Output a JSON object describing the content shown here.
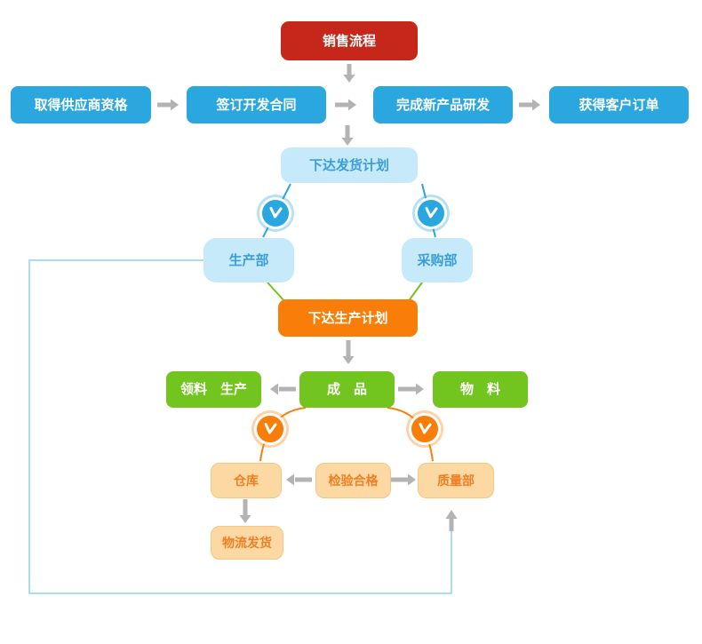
{
  "palette": {
    "red": "#c5281b",
    "blue": "#2aa7de",
    "lightblue": "#c6eafa",
    "lightblue_text": "#3a9fd8",
    "orange": "#f87d09",
    "green": "#72c41e",
    "peach": "#fcd9a2",
    "peach_border": "#f5c584",
    "peach_text": "#ee7f26",
    "gray": "#b3b3b6",
    "loop": "#aadcf2"
  },
  "icons": {
    "clock": "clock"
  },
  "nodes": {
    "sales_process": "销售流程",
    "supplier_qualification": "取得供应商资格",
    "development_contract": "签订开发合同",
    "product_development": "完成新产品研发",
    "customer_order": "获得客户订单",
    "shipping_plan": "下达发货计划",
    "production_dept": "生产部",
    "purchasing_dept": "采购部",
    "production_plan": "下达生产计划",
    "material_production": "领料　生产",
    "finished_goods": "成　品",
    "materials": "物　料",
    "warehouse": "仓库",
    "inspection_passed": "检验合格",
    "quality_dept": "质量部",
    "logistics_shipping": "物流发货"
  },
  "edges": [
    {
      "from": "sales_process",
      "to": "process_chain",
      "type": "arrow"
    },
    {
      "from": "supplier_qualification",
      "to": "development_contract",
      "type": "arrow"
    },
    {
      "from": "development_contract",
      "to": "product_development",
      "type": "arrow"
    },
    {
      "from": "product_development",
      "to": "customer_order",
      "type": "arrow"
    },
    {
      "from": "process_chain",
      "to": "shipping_plan",
      "type": "arrow"
    },
    {
      "from": "shipping_plan",
      "to": "production_dept",
      "type": "line-with-clock"
    },
    {
      "from": "shipping_plan",
      "to": "purchasing_dept",
      "type": "line-with-clock"
    },
    {
      "from": "production_dept",
      "to": "production_plan",
      "type": "line"
    },
    {
      "from": "purchasing_dept",
      "to": "production_plan",
      "type": "line"
    },
    {
      "from": "production_plan",
      "to": "finished_goods",
      "type": "arrow"
    },
    {
      "from": "finished_goods",
      "to": "material_production",
      "type": "arrow"
    },
    {
      "from": "finished_goods",
      "to": "materials",
      "type": "arrow"
    },
    {
      "from": "finished_goods",
      "to": "warehouse",
      "type": "arc-with-clock"
    },
    {
      "from": "finished_goods",
      "to": "quality_dept",
      "type": "arc-with-clock"
    },
    {
      "from": "inspection_passed",
      "to": "warehouse",
      "type": "arrow"
    },
    {
      "from": "inspection_passed",
      "to": "quality_dept",
      "type": "arrow"
    },
    {
      "from": "warehouse",
      "to": "logistics_shipping",
      "type": "arrow"
    },
    {
      "from": "production_dept",
      "to": "quality_dept",
      "type": "feedback-loop"
    }
  ]
}
